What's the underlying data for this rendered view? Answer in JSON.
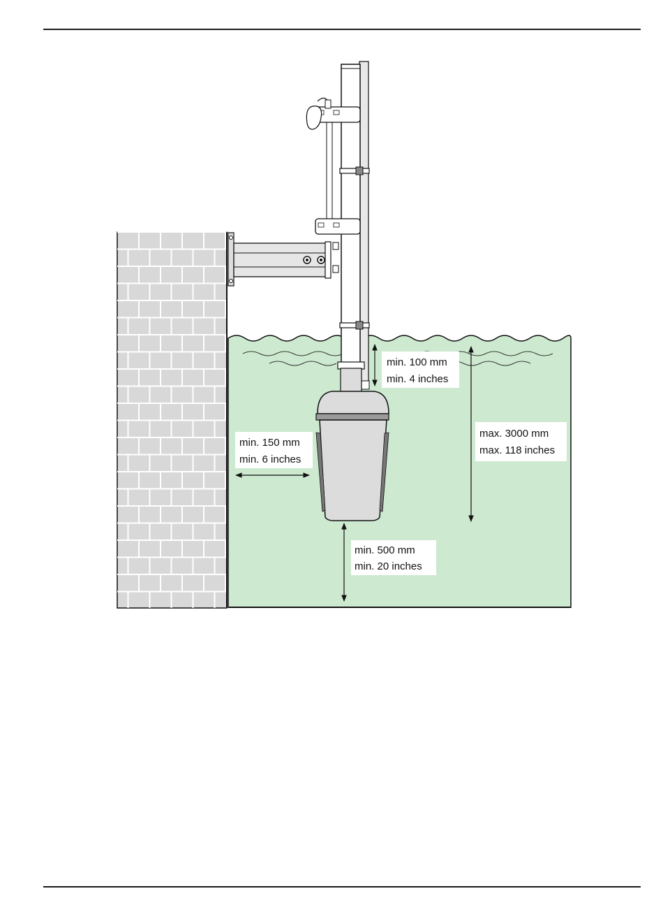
{
  "page": {
    "top_rule": "",
    "bottom_rule": ""
  },
  "diagram": {
    "colors": {
      "water": "#cde9cf",
      "wall": "#d8d8d8",
      "mortar": "#ffffff",
      "line": "#111111",
      "sensor": "#dcdcdc"
    },
    "labels": {
      "top_clearance_line1": "min. 100 mm",
      "top_clearance_line2": "min. 4 inches",
      "wall_clearance_line1": "min. 150 mm",
      "wall_clearance_line2": "min. 6 inches",
      "max_depth_line1": "max. 3000 mm",
      "max_depth_line2": "max. 118 inches",
      "bottom_clearance_line1": "min. 500 mm",
      "bottom_clearance_line2": "min. 20 inches"
    }
  }
}
